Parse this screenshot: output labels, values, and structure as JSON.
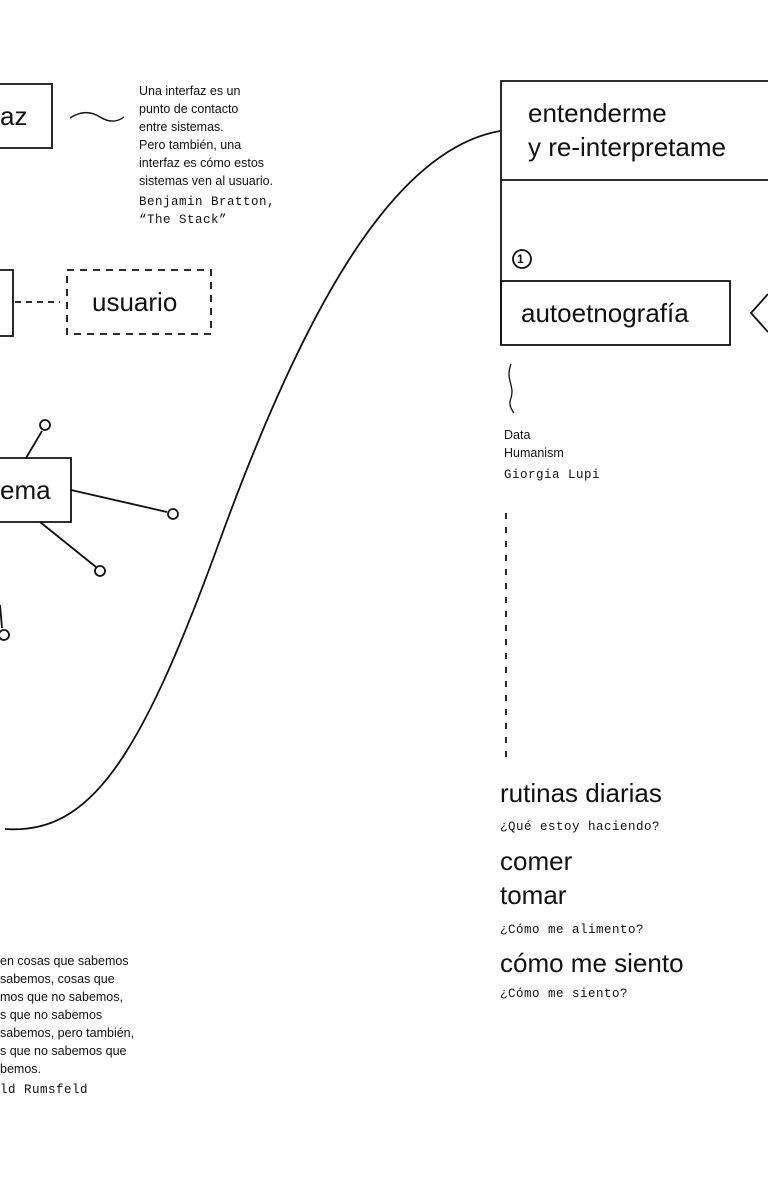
{
  "boxes": {
    "interfaz": "az",
    "usuario": "usuario",
    "sistema": "ema",
    "entenderme": [
      "entenderme",
      "y re-interpretame"
    ],
    "autoetnografia": "autoetnografía",
    "step_number": "1"
  },
  "quote_bratton": {
    "lines": [
      "Una interfaz es un",
      "punto de contacto",
      "entre sistemas.",
      "Pero también, una",
      "interfaz es cómo estos",
      "sistemas ven al usuario."
    ],
    "author": [
      "Benjamin Bratton,",
      "“The Stack”"
    ]
  },
  "quote_lupi": {
    "lines": [
      "Data",
      "Humanism"
    ],
    "author": "Giorgia Lupi"
  },
  "quote_rumsfeld": {
    "lines": [
      "en cosas que sabemos",
      "sabemos, cosas que",
      "mos que no sabemos,",
      "s que no sabemos",
      "sabemos, pero también,",
      "s que no sabemos que",
      "bemos."
    ],
    "author": "ld Rumsfeld"
  },
  "topics": [
    {
      "title": [
        "rutinas diarias"
      ],
      "question": "¿Qué estoy haciendo?"
    },
    {
      "title": [
        "comer",
        "tomar"
      ],
      "question": "¿Cómo me alimento?"
    },
    {
      "title": [
        "cómo me siento"
      ],
      "question": "¿Cómo me siento?"
    }
  ],
  "colors": {
    "ink": "#111111",
    "background": "#ffffff"
  }
}
